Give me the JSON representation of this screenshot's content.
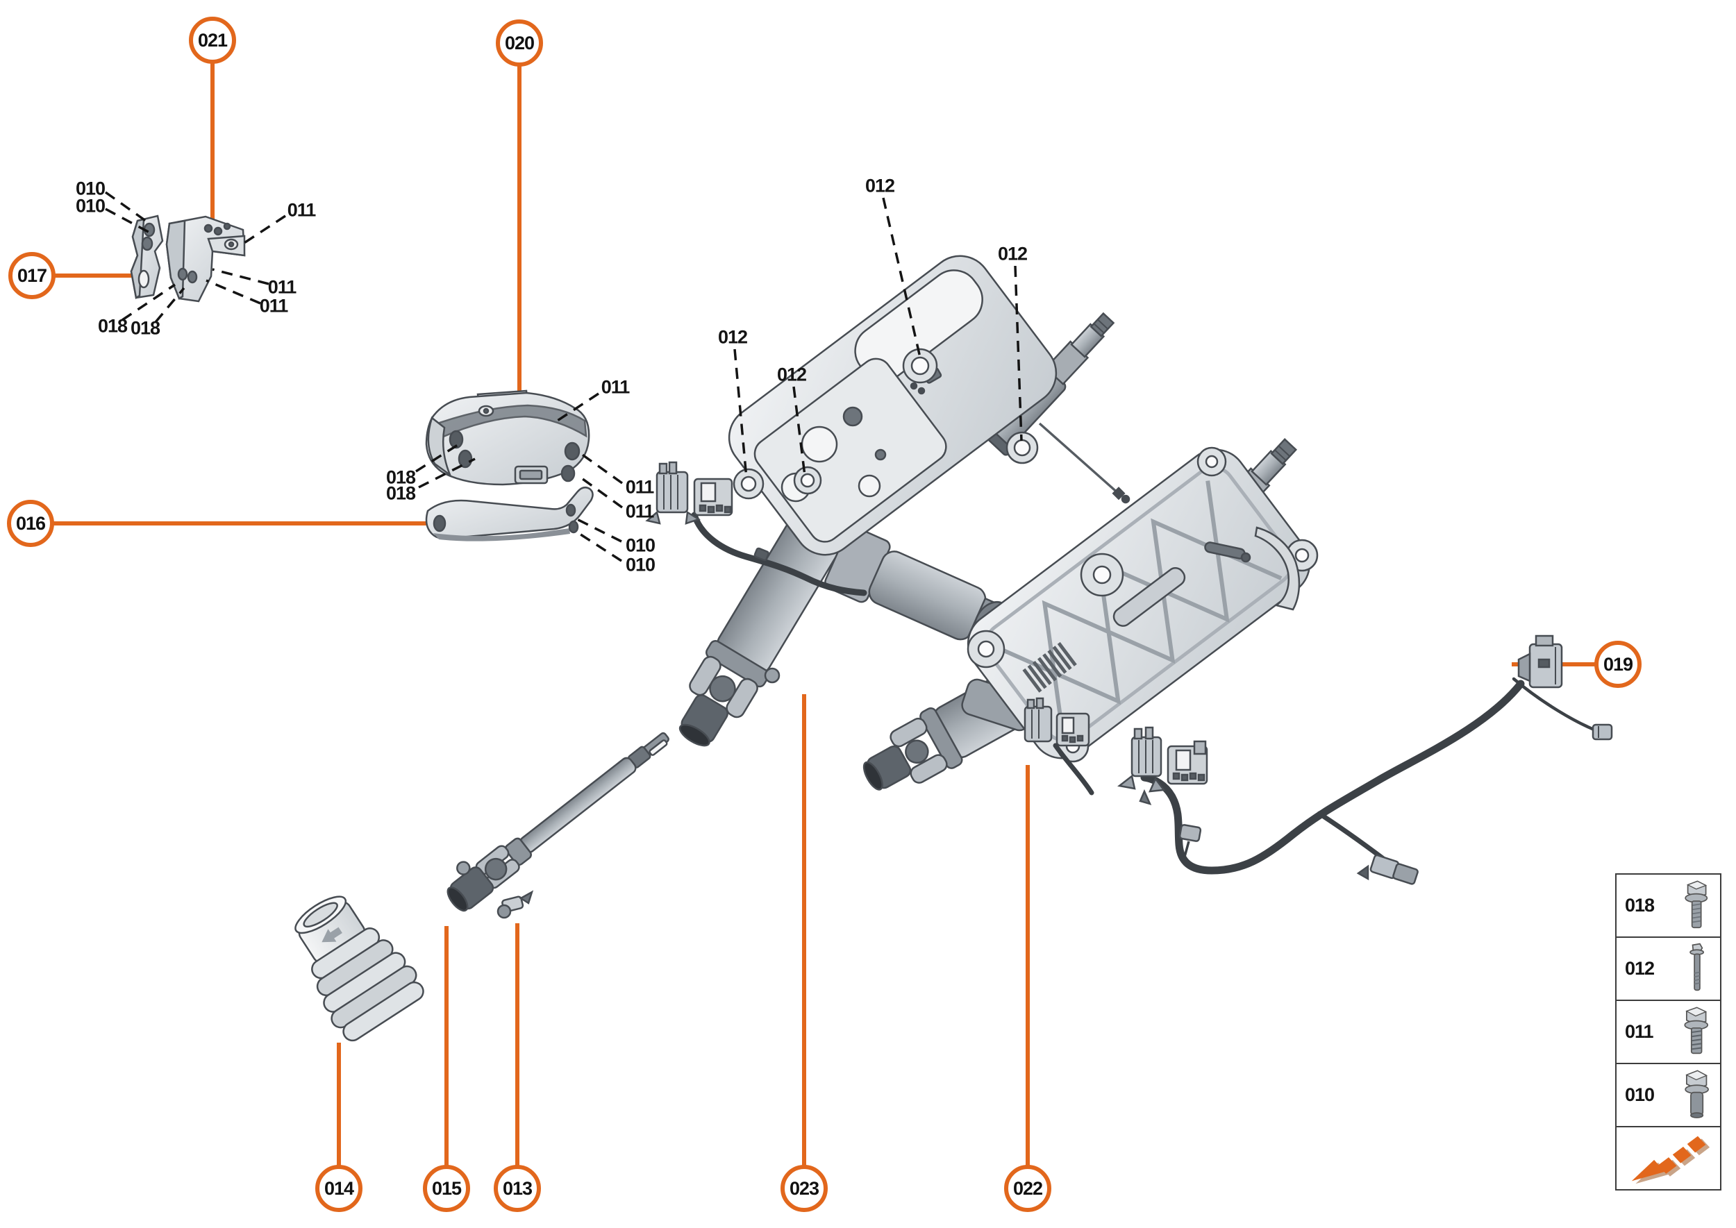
{
  "theme": {
    "accent": "#e2671c",
    "ink": "#141414",
    "metal_light": "#f0f2f4",
    "metal_mid": "#c9ced3",
    "metal_dark": "#6d747b",
    "cable": "#3c4146"
  },
  "callouts": {
    "c013": "013",
    "c014": "014",
    "c015": "015",
    "c016": "016",
    "c017": "017",
    "c019": "019",
    "c020": "020",
    "c021": "021",
    "c022": "022",
    "c023": "023"
  },
  "fastener_labels": {
    "f010": "010",
    "f011": "011",
    "f012": "012",
    "f018": "018"
  },
  "legend": {
    "rows": [
      {
        "label": "018",
        "icon": "flange-bolt-icon"
      },
      {
        "label": "012",
        "icon": "long-bolt-icon"
      },
      {
        "label": "011",
        "icon": "ribbed-flange-bolt-icon"
      },
      {
        "label": "010",
        "icon": "shoulder-bolt-icon"
      },
      {
        "label": "",
        "icon": "assembly-direction-arrow-icon"
      }
    ]
  }
}
